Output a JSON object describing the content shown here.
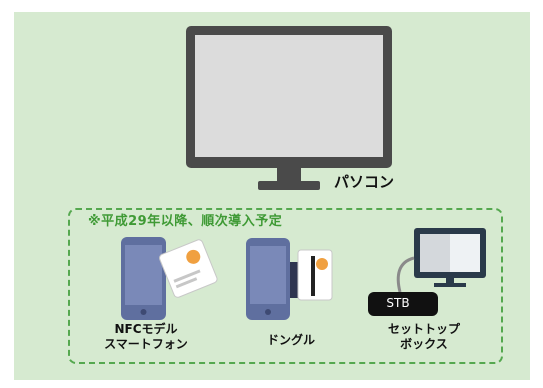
{
  "pc": {
    "label": "パソコン"
  },
  "note": "※平成29年以降、順次導入予定",
  "devices": [
    {
      "label_line1": "NFCモデル",
      "label_line2": "スマートフォン"
    },
    {
      "label_line1": "ドングル"
    },
    {
      "label_line1": "セットトップ",
      "label_line2": "ボックス",
      "stb_text": "STB"
    }
  ],
  "colors": {
    "background": "#d6ead0",
    "dashed_border": "#55a84f",
    "note_text": "#3f9a35",
    "device_body": "#5f6f9f",
    "screen": "#dcdcdc",
    "card_accent": "#f0a040"
  },
  "icons": [
    "desktop-monitor-icon",
    "smartphone-with-card-icon",
    "smartphone-with-dongle-icon",
    "set-top-box-tv-icon"
  ]
}
